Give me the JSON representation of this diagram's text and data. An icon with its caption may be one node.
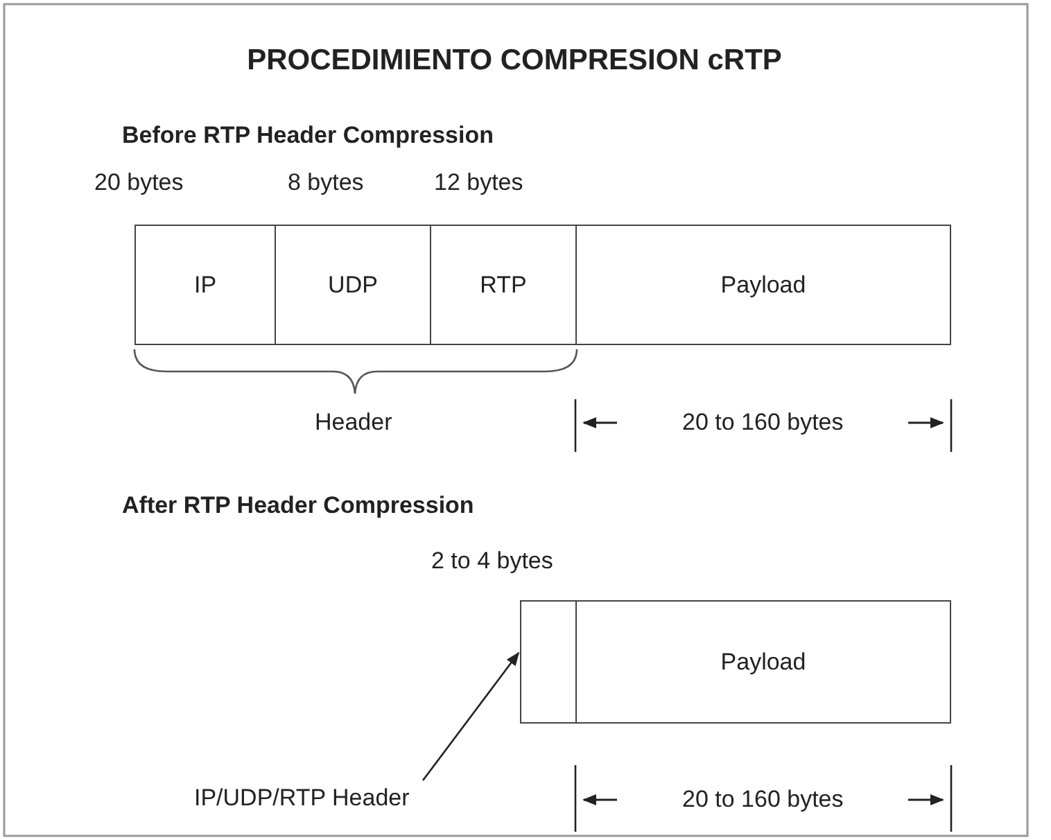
{
  "diagram": {
    "title": "PROCEDIMIENTO COMPRESION cRTP",
    "nodes": [
      {
        "text": [
          "IP"
        ]
      },
      {
        "text": [
          "UDP"
        ]
      },
      {
        "text": [
          "RTP"
        ]
      },
      {
        "text": [
          "Payload"
        ]
      },
      {
        "text": [],
        "shape": "box"
      },
      {
        "text": [
          "Payload"
        ]
      },
      {
        "text": [
          "IP/UDP/RTP Header"
        ]
      }
    ],
    "edges": [
      {
        "from": 6,
        "to": 4,
        "arrow": "to"
      }
    ],
    "labels": [
      "Before RTP Header Compression",
      "20 bytes",
      "8 bytes",
      "12 bytes",
      "Header",
      "20 to 160 bytes",
      "After RTP Header Compression",
      "2 to 4 bytes",
      "20 to 160 bytes"
    ]
  }
}
